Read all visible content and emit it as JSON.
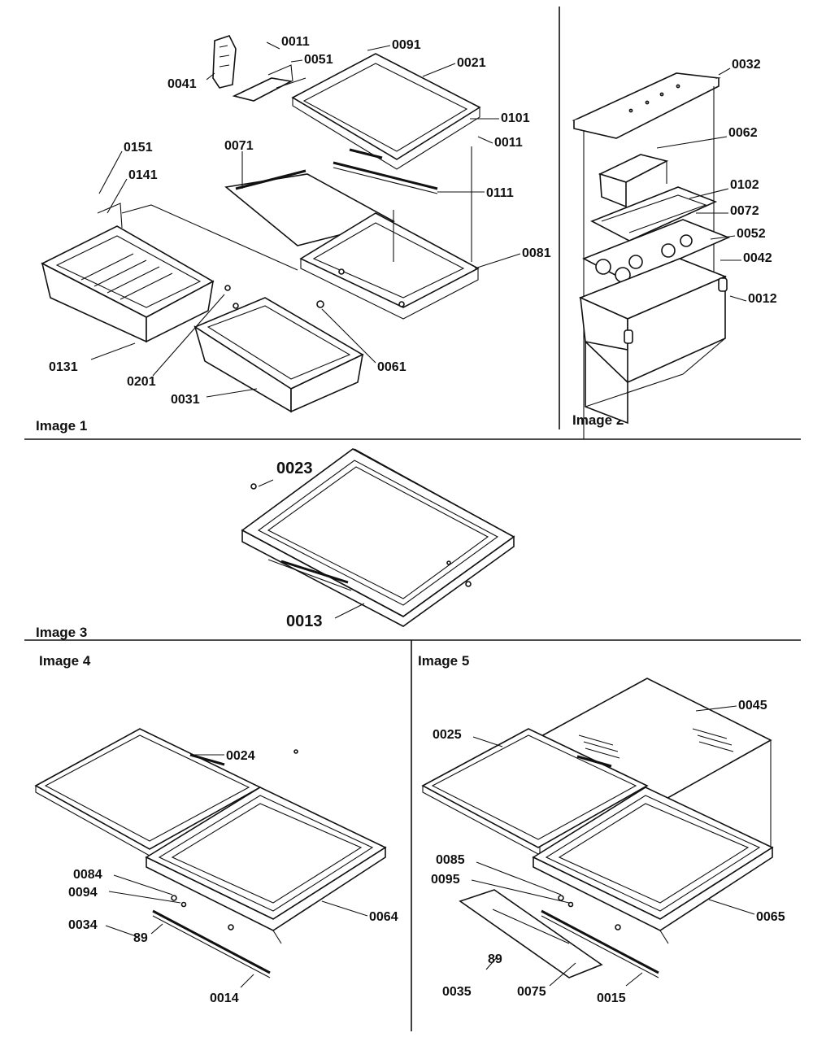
{
  "panels": [
    {
      "caption": "Image 1",
      "labels": [
        "0011",
        "0091",
        "0051",
        "0021",
        "0041",
        "0101",
        "0011",
        "0151",
        "0071",
        "0141",
        "0111",
        "0081",
        "0131",
        "0201",
        "0061",
        "0031"
      ]
    },
    {
      "caption": "Image 2",
      "labels": [
        "0032",
        "0062",
        "0102",
        "0072",
        "0052",
        "0042",
        "0012"
      ]
    },
    {
      "caption": "Image 3",
      "labels": [
        "0023",
        "0013"
      ]
    },
    {
      "caption": "Image 4",
      "labels": [
        "0024",
        "0084",
        "0094",
        "0034",
        "89",
        "0064",
        "0014"
      ]
    },
    {
      "caption": "Image 5",
      "labels": [
        "0045",
        "0025",
        "0085",
        "0095",
        "89",
        "0065",
        "0035",
        "0075",
        "0015"
      ]
    }
  ]
}
